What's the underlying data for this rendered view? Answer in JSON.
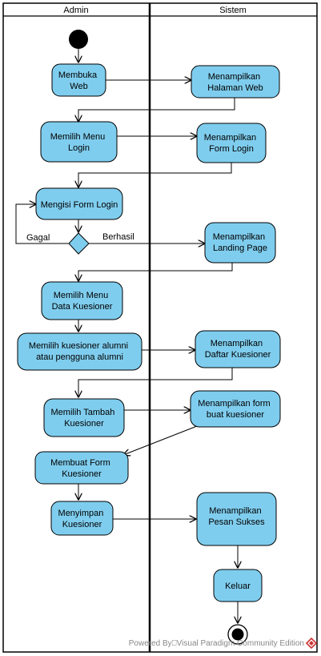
{
  "lanes": {
    "admin": "Admin",
    "sistem": "Sistem"
  },
  "nodes": {
    "membuka_web": [
      "Membuka",
      "Web"
    ],
    "menampilkan_halaman_web": [
      "Menampilkan",
      "Halaman Web"
    ],
    "memilih_menu_login": [
      "Memilih Menu",
      "Login"
    ],
    "menampilkan_form_login": [
      "Menampilkan",
      "Form Login"
    ],
    "mengisi_form_login": [
      "Mengisi Form Login"
    ],
    "menampilkan_landing_page": [
      "Menampilkan",
      "Landing Page"
    ],
    "memilih_menu_data_kuesioner": [
      "Memilih Menu",
      "Data Kuesioner"
    ],
    "memilih_kuesioner": [
      "Memilih kuesioner alumni",
      "atau pengguna alumni"
    ],
    "menampilkan_daftar_kuesioner": [
      "Menampilkan",
      "Daftar Kuesioner"
    ],
    "memilih_tambah_kuesioner": [
      "Memilih Tambah",
      "Kuesioner"
    ],
    "menampilkan_form_buat_kuesioner": [
      "Menampilkan form",
      "buat kuesioner"
    ],
    "membuat_form_kuesioner": [
      "Membuat Form",
      "Kuesioner"
    ],
    "menyimpan_kuesioner": [
      "Menyimpan",
      "Kuesioner"
    ],
    "menampilkan_pesan_sukses": [
      "Menampilkan",
      "Pesan Sukses"
    ],
    "keluar": [
      "Keluar"
    ]
  },
  "guards": {
    "gagal": "Gagal",
    "berhasil": "Berhasil"
  },
  "watermark": "Powered By⎕Visual Paradigm Community Edition",
  "colors": {
    "activity_fill": "#7fcdee",
    "stroke": "#000000",
    "watermark": "#888888",
    "logo": "#cc3333"
  }
}
